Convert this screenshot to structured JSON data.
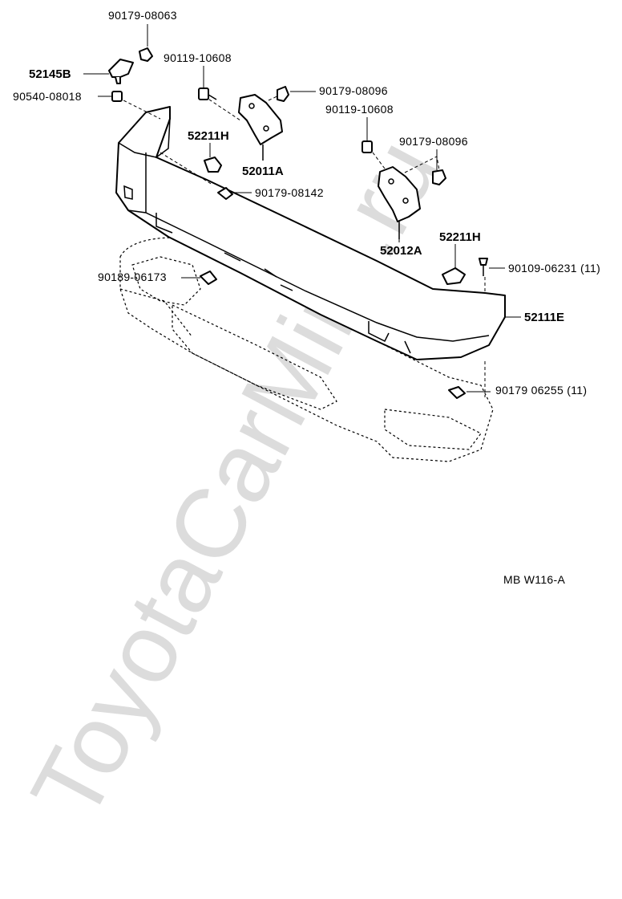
{
  "diagram": {
    "watermark": "ToyotaCarMire.ru",
    "figure_code": "MB W116-A",
    "labels": {
      "p_90179_08063": "90179-08063",
      "p_52145B": "52145B",
      "p_90540_08018": "90540-08018",
      "p_90119_10608_a": "90119-10608",
      "p_90179_08096_a": "90179-08096",
      "p_52211H_a": "52211H",
      "p_52011A": "52011A",
      "p_90179_08142": "90179-08142",
      "p_90119_10608_b": "90119-10608",
      "p_90179_08096_b": "90179-08096",
      "p_52012A": "52012A",
      "p_52211H_b": "52211H",
      "p_90189_06173": "90189-06173",
      "p_90109_06231": "90109-06231 (11)",
      "p_52111E": "52111E",
      "p_90179_06255": "90179 06255 (11)"
    }
  }
}
